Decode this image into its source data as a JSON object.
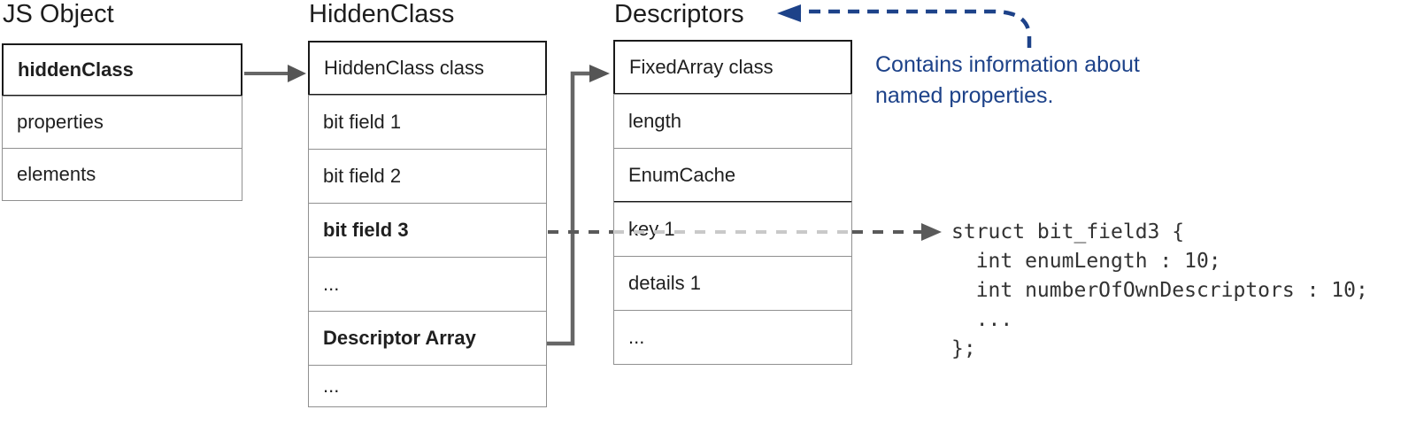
{
  "columns": [
    {
      "title": "JS Object",
      "rows": [
        {
          "label": "hiddenClass",
          "bold": true
        },
        {
          "label": "properties",
          "bold": false
        },
        {
          "label": "elements",
          "bold": false
        }
      ]
    },
    {
      "title": "HiddenClass",
      "rows": [
        {
          "label": "HiddenClass class",
          "bold": false
        },
        {
          "label": "bit field 1",
          "bold": false
        },
        {
          "label": "bit field 2",
          "bold": false
        },
        {
          "label": "bit field 3",
          "bold": true
        },
        {
          "label": "...",
          "bold": false
        },
        {
          "label": "Descriptor Array",
          "bold": true
        },
        {
          "label": "...",
          "bold": false
        }
      ]
    },
    {
      "title": "Descriptors",
      "rows": [
        {
          "label": "FixedArray class",
          "bold": false
        },
        {
          "label": "length",
          "bold": false
        },
        {
          "label": "EnumCache",
          "bold": false
        },
        {
          "label": "key 1",
          "bold": false
        },
        {
          "label": "details 1",
          "bold": false
        },
        {
          "label": "...",
          "bold": false
        }
      ]
    }
  ],
  "annotation": {
    "line1": "Contains information about",
    "line2": "named properties."
  },
  "code": {
    "text": "struct bit_field3 {\n  int enumLength : 10;\n  int numberOfOwnDescriptors : 10;\n  ...\n};"
  },
  "colors": {
    "accent_blue": "#1d4289",
    "arrow_gray": "#666666",
    "arrowhead_gray": "#555555",
    "dash_dark": "#5a5a5a",
    "dash_light": "#c9c9c9",
    "border_black": "#1a1a1a",
    "border_gray": "#909090"
  }
}
